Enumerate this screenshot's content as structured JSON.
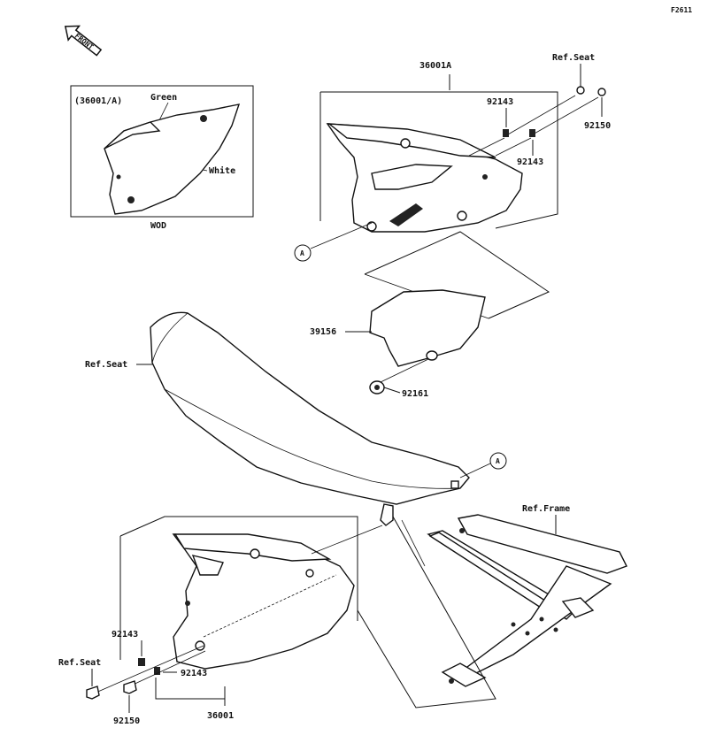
{
  "figure_code": "F2611",
  "front_arrow": "FRONT",
  "inset": {
    "title": "(36001/A)",
    "color_top": "Green",
    "color_body": "White",
    "caption": "WOD"
  },
  "labels": {
    "assy_a": "36001A",
    "ref_seat_top": "Ref.Seat",
    "bolt_92150_top": "92150",
    "grommet_92143_a": "92143",
    "grommet_92143_b": "92143",
    "pad_39156": "39156",
    "nut_92161": "92161",
    "ref_seat_mid": "Ref.Seat",
    "ref_frame": "Ref.Frame",
    "grommet_92143_c": "92143",
    "grommet_92143_d": "92143",
    "ref_seat_bottom": "Ref.Seat",
    "bolt_92150_bottom": "92150",
    "assy_b": "36001"
  },
  "callouts": {
    "a_left": "A",
    "a_right": "A"
  }
}
